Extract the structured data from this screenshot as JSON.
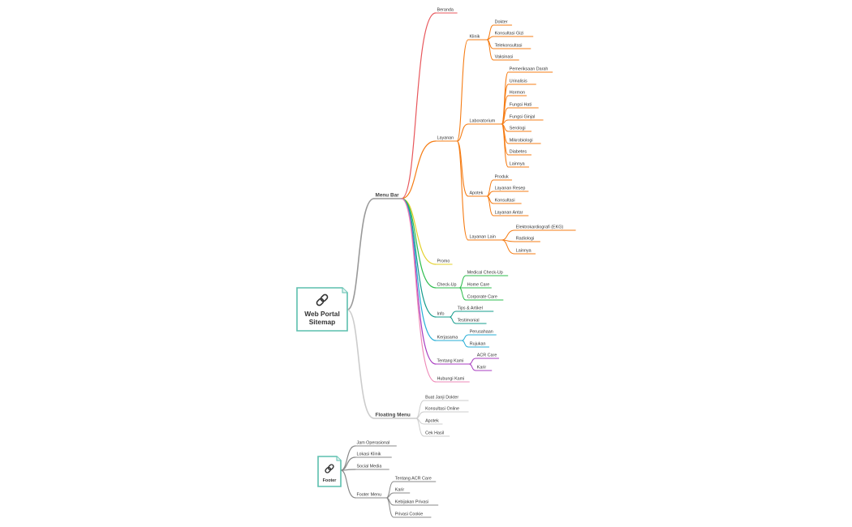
{
  "roots": [
    {
      "id": "web",
      "title_lines": [
        "Web Portal",
        "Sitemap"
      ],
      "icon": "link-icon",
      "color": "#5cbfae",
      "children": [
        {
          "id": "menu-bar",
          "label": "Menu Bar",
          "children": [
            {
              "id": "beranda",
              "label": "Beranda",
              "color": "#e8575c"
            },
            {
              "id": "layanan",
              "label": "Layanan",
              "color": "#f57c14",
              "children": [
                {
                  "id": "klinik",
                  "label": "Klinik",
                  "children": [
                    {
                      "label": "Dokter"
                    },
                    {
                      "label": "Konsultasi Gizi"
                    },
                    {
                      "label": "Telekonsultasi"
                    },
                    {
                      "label": "Vaksinasi"
                    }
                  ]
                },
                {
                  "id": "laboratorium",
                  "label": "Laboratorium",
                  "children": [
                    {
                      "label": "Pemeriksaan Darah"
                    },
                    {
                      "label": "Urinalisis"
                    },
                    {
                      "label": "Hormon"
                    },
                    {
                      "label": "Fungsi Hati"
                    },
                    {
                      "label": "Fungsi Ginjal"
                    },
                    {
                      "label": "Serologi"
                    },
                    {
                      "label": "Mikrobiologi"
                    },
                    {
                      "label": "Diabetes"
                    },
                    {
                      "label": "Lainnya"
                    }
                  ]
                },
                {
                  "id": "apotek",
                  "label": "Apotek",
                  "children": [
                    {
                      "label": "Produk"
                    },
                    {
                      "label": "Layanan Resep"
                    },
                    {
                      "label": "Konsultasi"
                    },
                    {
                      "label": "Layanan Antar"
                    }
                  ]
                },
                {
                  "id": "layanan-lain",
                  "label": "Layanan Lain",
                  "children": [
                    {
                      "label": "Elektrokardiografi (EKG)"
                    },
                    {
                      "label": "Radiologi"
                    },
                    {
                      "label": "Lainnya"
                    }
                  ]
                }
              ]
            },
            {
              "id": "promo",
              "label": "Promo",
              "color": "#e3d02a"
            },
            {
              "id": "check-up",
              "label": "Check-Up",
              "color": "#2ebd4e",
              "children": [
                {
                  "label": "Medical Check-Up"
                },
                {
                  "label": "Home Care"
                },
                {
                  "label": "Corporate Care"
                }
              ]
            },
            {
              "id": "info",
              "label": "Info",
              "color": "#159c8c",
              "children": [
                {
                  "label": "Tips & Artikel"
                },
                {
                  "label": "Testimonial"
                }
              ]
            },
            {
              "id": "kerjasama",
              "label": "Kerjasama",
              "color": "#27aed6",
              "children": [
                {
                  "label": "Perusahaan"
                },
                {
                  "label": "Rujukan"
                }
              ]
            },
            {
              "id": "tentang-kami",
              "label": "Tentang Kami",
              "color": "#a83cc0",
              "children": [
                {
                  "label": "ACR Care"
                },
                {
                  "label": "Karir"
                }
              ]
            },
            {
              "id": "hubungi-kami",
              "label": "Hubungi Kami",
              "color": "#ee8ab8"
            }
          ]
        },
        {
          "id": "floating-menu",
          "label": "Floating Menu",
          "children": [
            {
              "label": "Buat Janji Dokter"
            },
            {
              "label": "Konsultasi Online"
            },
            {
              "label": "Apotek"
            },
            {
              "label": "Cek Hasil"
            }
          ]
        }
      ]
    },
    {
      "id": "footer",
      "title_lines": [
        "Footer"
      ],
      "icon": "link-icon",
      "color": "#5cbfae",
      "children": [
        {
          "label": "Jam Operasional"
        },
        {
          "label": "Lokasi Klinik"
        },
        {
          "label": "Social Media"
        },
        {
          "id": "footer-menu",
          "label": "Footer Menu",
          "children": [
            {
              "label": "Tentang ACR Care"
            },
            {
              "label": "Karir"
            },
            {
              "label": "Kebijakan Privasi"
            },
            {
              "label": "Privasi Cookie"
            }
          ]
        }
      ]
    }
  ],
  "colors": {
    "menu_bar_branch": "#999999",
    "floating_branch": "#cccccc",
    "footer_branch": "#888888",
    "root_border": "#5cbfae"
  }
}
